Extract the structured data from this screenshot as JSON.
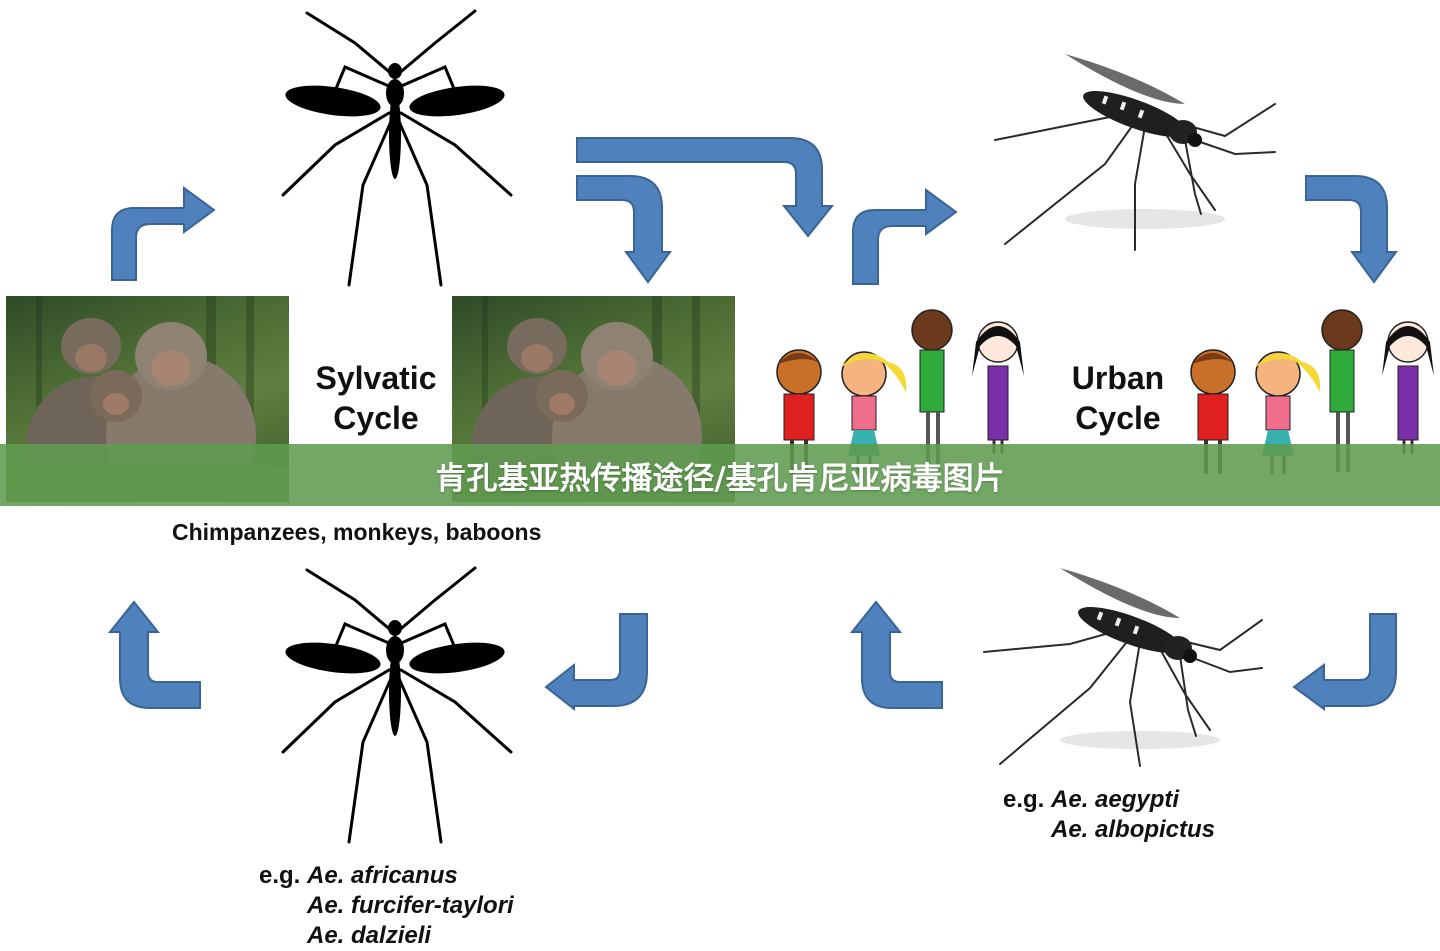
{
  "sylvatic": {
    "title_line1": "Sylvatic",
    "title_line2": "Cycle",
    "hosts_caption": "Chimpanzees, monkeys, baboons",
    "species_prefix": "e.g.",
    "species": [
      "Ae. africanus",
      "Ae. furcifer-taylori",
      "Ae. dalzieli"
    ]
  },
  "urban": {
    "title_line1": "Urban",
    "title_line2": "Cycle",
    "species_prefix": "e.g.",
    "species": [
      "Ae. aegypti",
      "Ae. albopictus"
    ]
  },
  "banner": {
    "text": "肯孔基亚热传播途径/基孔肯尼亚病毒图片"
  },
  "colors": {
    "arrow_fill": "#4f81bd",
    "arrow_stroke": "#3a6496",
    "banner_bg": "#609b50",
    "mosquito_silhouette": "#000000"
  },
  "icons": {
    "mosquito_silhouette": "mosquito-silhouette-icon",
    "mosquito_photo": "aedes-mosquito-icon",
    "monkeys": "monkeys-photo",
    "people": "people-drawing"
  }
}
